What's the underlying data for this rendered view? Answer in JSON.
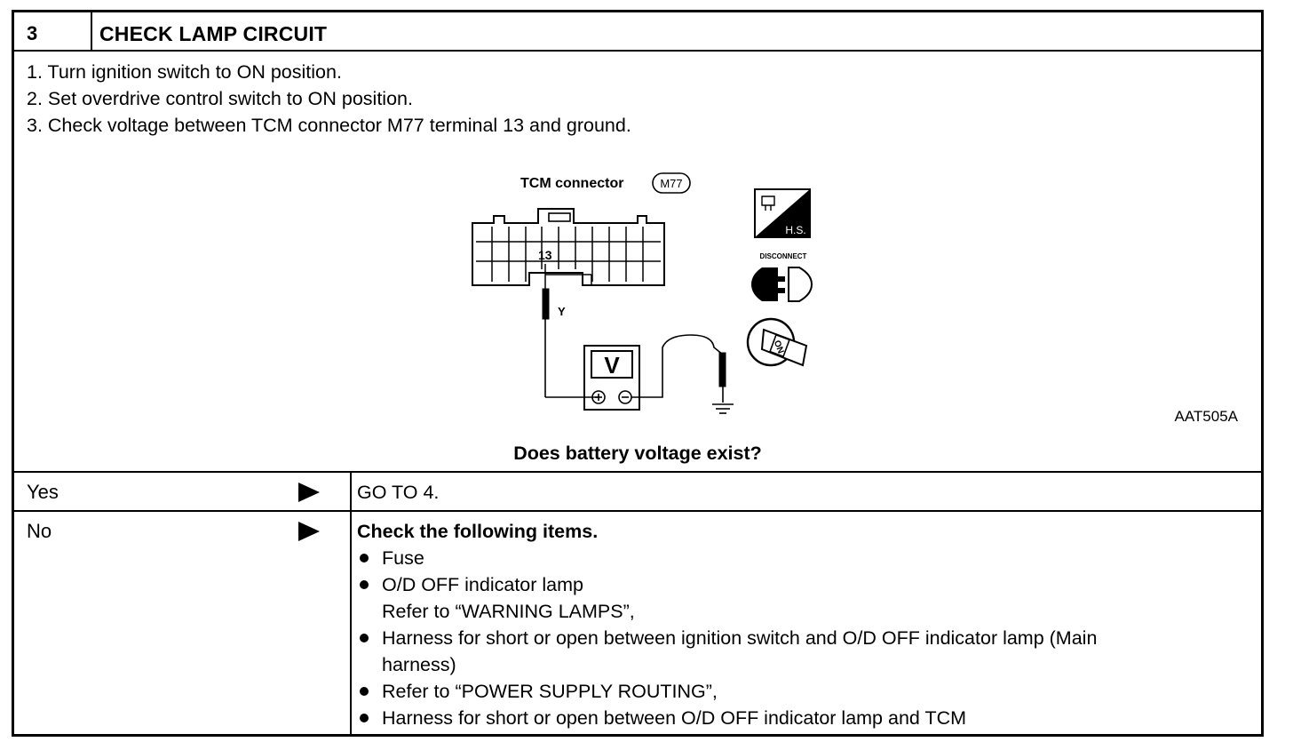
{
  "step": {
    "number": "3",
    "title": "CHECK LAMP CIRCUIT"
  },
  "instructions": [
    "1.  Turn ignition switch to ON position.",
    "2.  Set overdrive control switch to ON position.",
    "3.  Check voltage between TCM connector M77 terminal 13 and ground."
  ],
  "diagram": {
    "connector_label": "TCM connector",
    "connector_code": "M77",
    "terminal": "13",
    "wire_color": "Y",
    "meter_symbol": "V",
    "icon_hs": "H.S.",
    "icon_disconnect": "DISCONNECT",
    "icon_key": "ON",
    "figure_id": "AAT505A",
    "icons": [
      "hs-connector-icon",
      "disconnect-icon",
      "ignition-key-on-icon",
      "voltmeter-icon",
      "ground-icon"
    ]
  },
  "question": "Does battery voltage exist?",
  "answers": {
    "yes": {
      "label": "Yes",
      "result": "GO TO 4."
    },
    "no": {
      "label": "No",
      "heading": "Check the following items.",
      "items": [
        "Fuse",
        "O/D OFF indicator lamp",
        "Refer to “WARNING LAMPS”,",
        "Harness for short or open between ignition switch and O/D OFF indicator lamp (Main",
        "harness)",
        "Refer to “POWER SUPPLY ROUTING”,",
        "Harness for short or open between O/D OFF indicator lamp and TCM"
      ]
    }
  }
}
